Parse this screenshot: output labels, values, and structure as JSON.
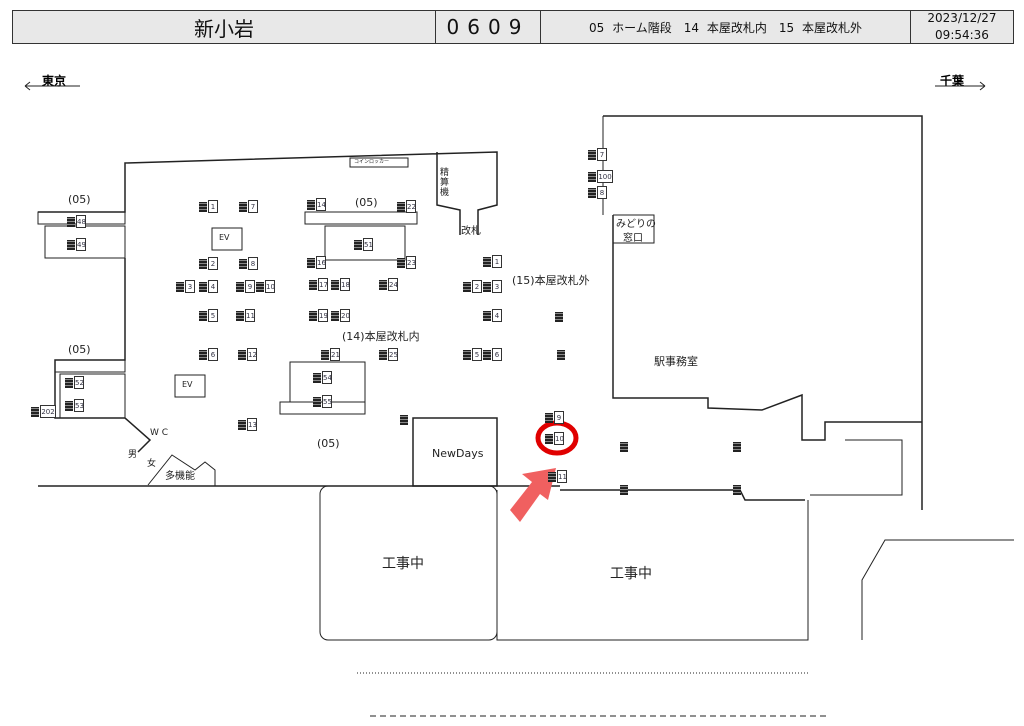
{
  "header": {
    "station": "新小岩",
    "code": "0609",
    "legend": "05 ホーム階段　14 本屋改札内　15 本屋改札外",
    "date": "2023/12/27",
    "time": "09:54:36"
  },
  "directions": {
    "left": "東京",
    "right": "千葉"
  },
  "areas": {
    "stairs_05": "(05)",
    "inside_gate": "(14)本屋改札内",
    "outside_gate": "(15)本屋改札外",
    "ticket_gate": "改札",
    "fare_adjust": "精算機",
    "coin_locker": "コインロッカー",
    "ev": "EV",
    "wc": "W C",
    "men": "男",
    "women": "女",
    "multipurpose": "多機能",
    "newdays": "NewDays",
    "midori_1": "みどりの",
    "midori_2": "窓口",
    "office": "駅事務室",
    "construction": "工事中"
  },
  "pillars": [
    "1",
    "7",
    "2",
    "8",
    "3",
    "4",
    "9",
    "10",
    "5",
    "11",
    "6",
    "12",
    "13",
    "14",
    "22",
    "51",
    "16",
    "23",
    "17",
    "18",
    "24",
    "19",
    "20",
    "21",
    "25",
    "54",
    "55",
    "48",
    "49",
    "52",
    "53",
    "202",
    "1",
    "2",
    "3",
    "4",
    "5",
    "6",
    "7",
    "100",
    "8",
    "9",
    "10",
    "11"
  ],
  "highlight": {
    "pillar": "10",
    "color": "#e00000",
    "arrow_color": "#f06060"
  }
}
